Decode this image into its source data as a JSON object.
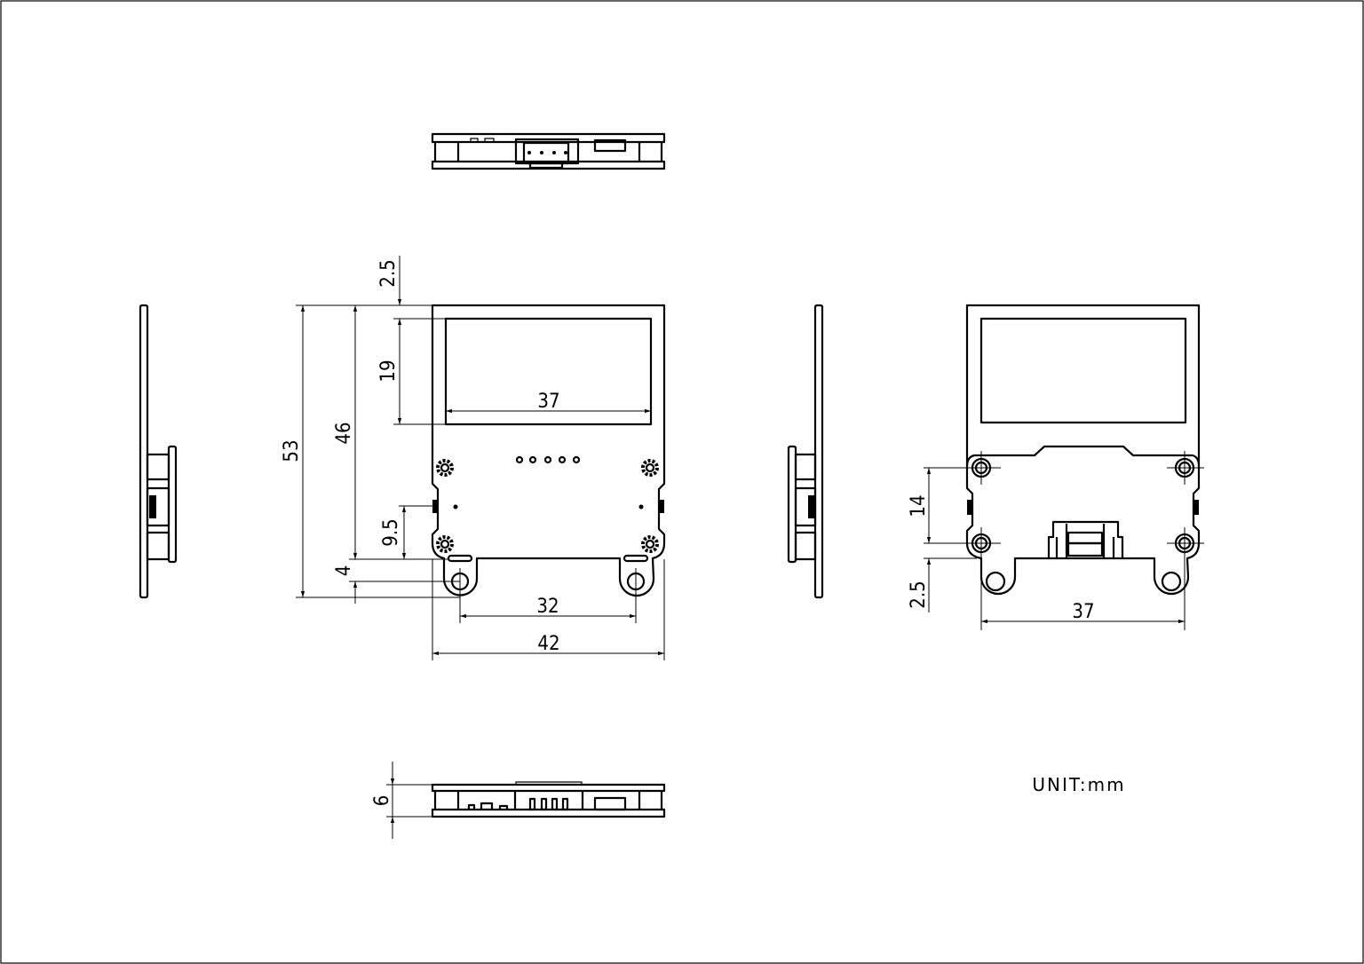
{
  "drawing": {
    "unit_label": "UNIT:mm",
    "front_view": {
      "dimensions": {
        "overall_height": "53",
        "body_height": "46",
        "top_margin": "2.5",
        "display_height": "19",
        "display_width": "37",
        "side_feature": "9.5",
        "hole_offset": "4",
        "hole_spacing": "32",
        "overall_width": "42"
      }
    },
    "back_view": {
      "dimensions": {
        "hole_vertical_spacing": "14",
        "hole_offset": "2.5",
        "hole_horizontal_spacing": "37"
      }
    },
    "bottom_view": {
      "dimensions": {
        "thickness": "6"
      }
    }
  }
}
